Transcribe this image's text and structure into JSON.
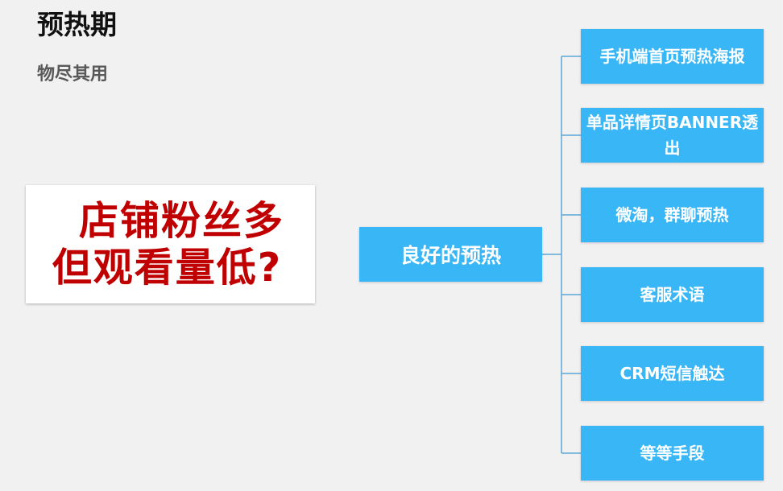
{
  "header": {
    "title": "预热期",
    "subtitle": "物尽其用"
  },
  "callout": {
    "line1": "店铺粉丝多",
    "line2": "但观看量低?"
  },
  "diagram": {
    "root": "良好的预热",
    "branches": [
      "手机端首页预热海报",
      "单品详情页BANNER透出",
      "微淘，群聊预热",
      "客服术语",
      "CRM短信触达",
      "等等手段"
    ]
  },
  "colors": {
    "node_fill": "#39b6f6",
    "connector": "#5aa9d6",
    "callout_text": "#c00000",
    "background": "#f2f1f2"
  }
}
